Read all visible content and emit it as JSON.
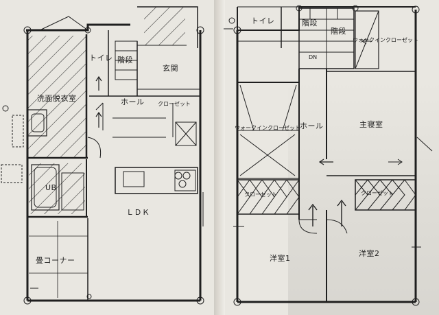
{
  "plan": {
    "floor1": {
      "rooms": {
        "toilet": "トイレ",
        "stairs": "階段",
        "entrance": "玄関",
        "washroom": "洗面脱衣室",
        "hall": "ホール",
        "closet": "クローゼット",
        "unit_bath": "UB",
        "ldk": "ＬＤＫ",
        "tatami": "畳コーナー"
      }
    },
    "floor2": {
      "rooms": {
        "toilet": "トイレ",
        "stairs_a": "階段",
        "stairs_b": "階段",
        "stairs_dn": "DN",
        "walkin_top": "ウォークインクローゼット",
        "walkin_left": "ウォークインクローゼット",
        "hall": "ホール",
        "master": "主寝室",
        "closet_left": "クローゼット",
        "closet_right": "クローゼット",
        "western1": "洋室1",
        "western2": "洋室2"
      }
    }
  },
  "colors": {
    "paper": "#e9e7e1",
    "line": "#1f1f1f"
  }
}
